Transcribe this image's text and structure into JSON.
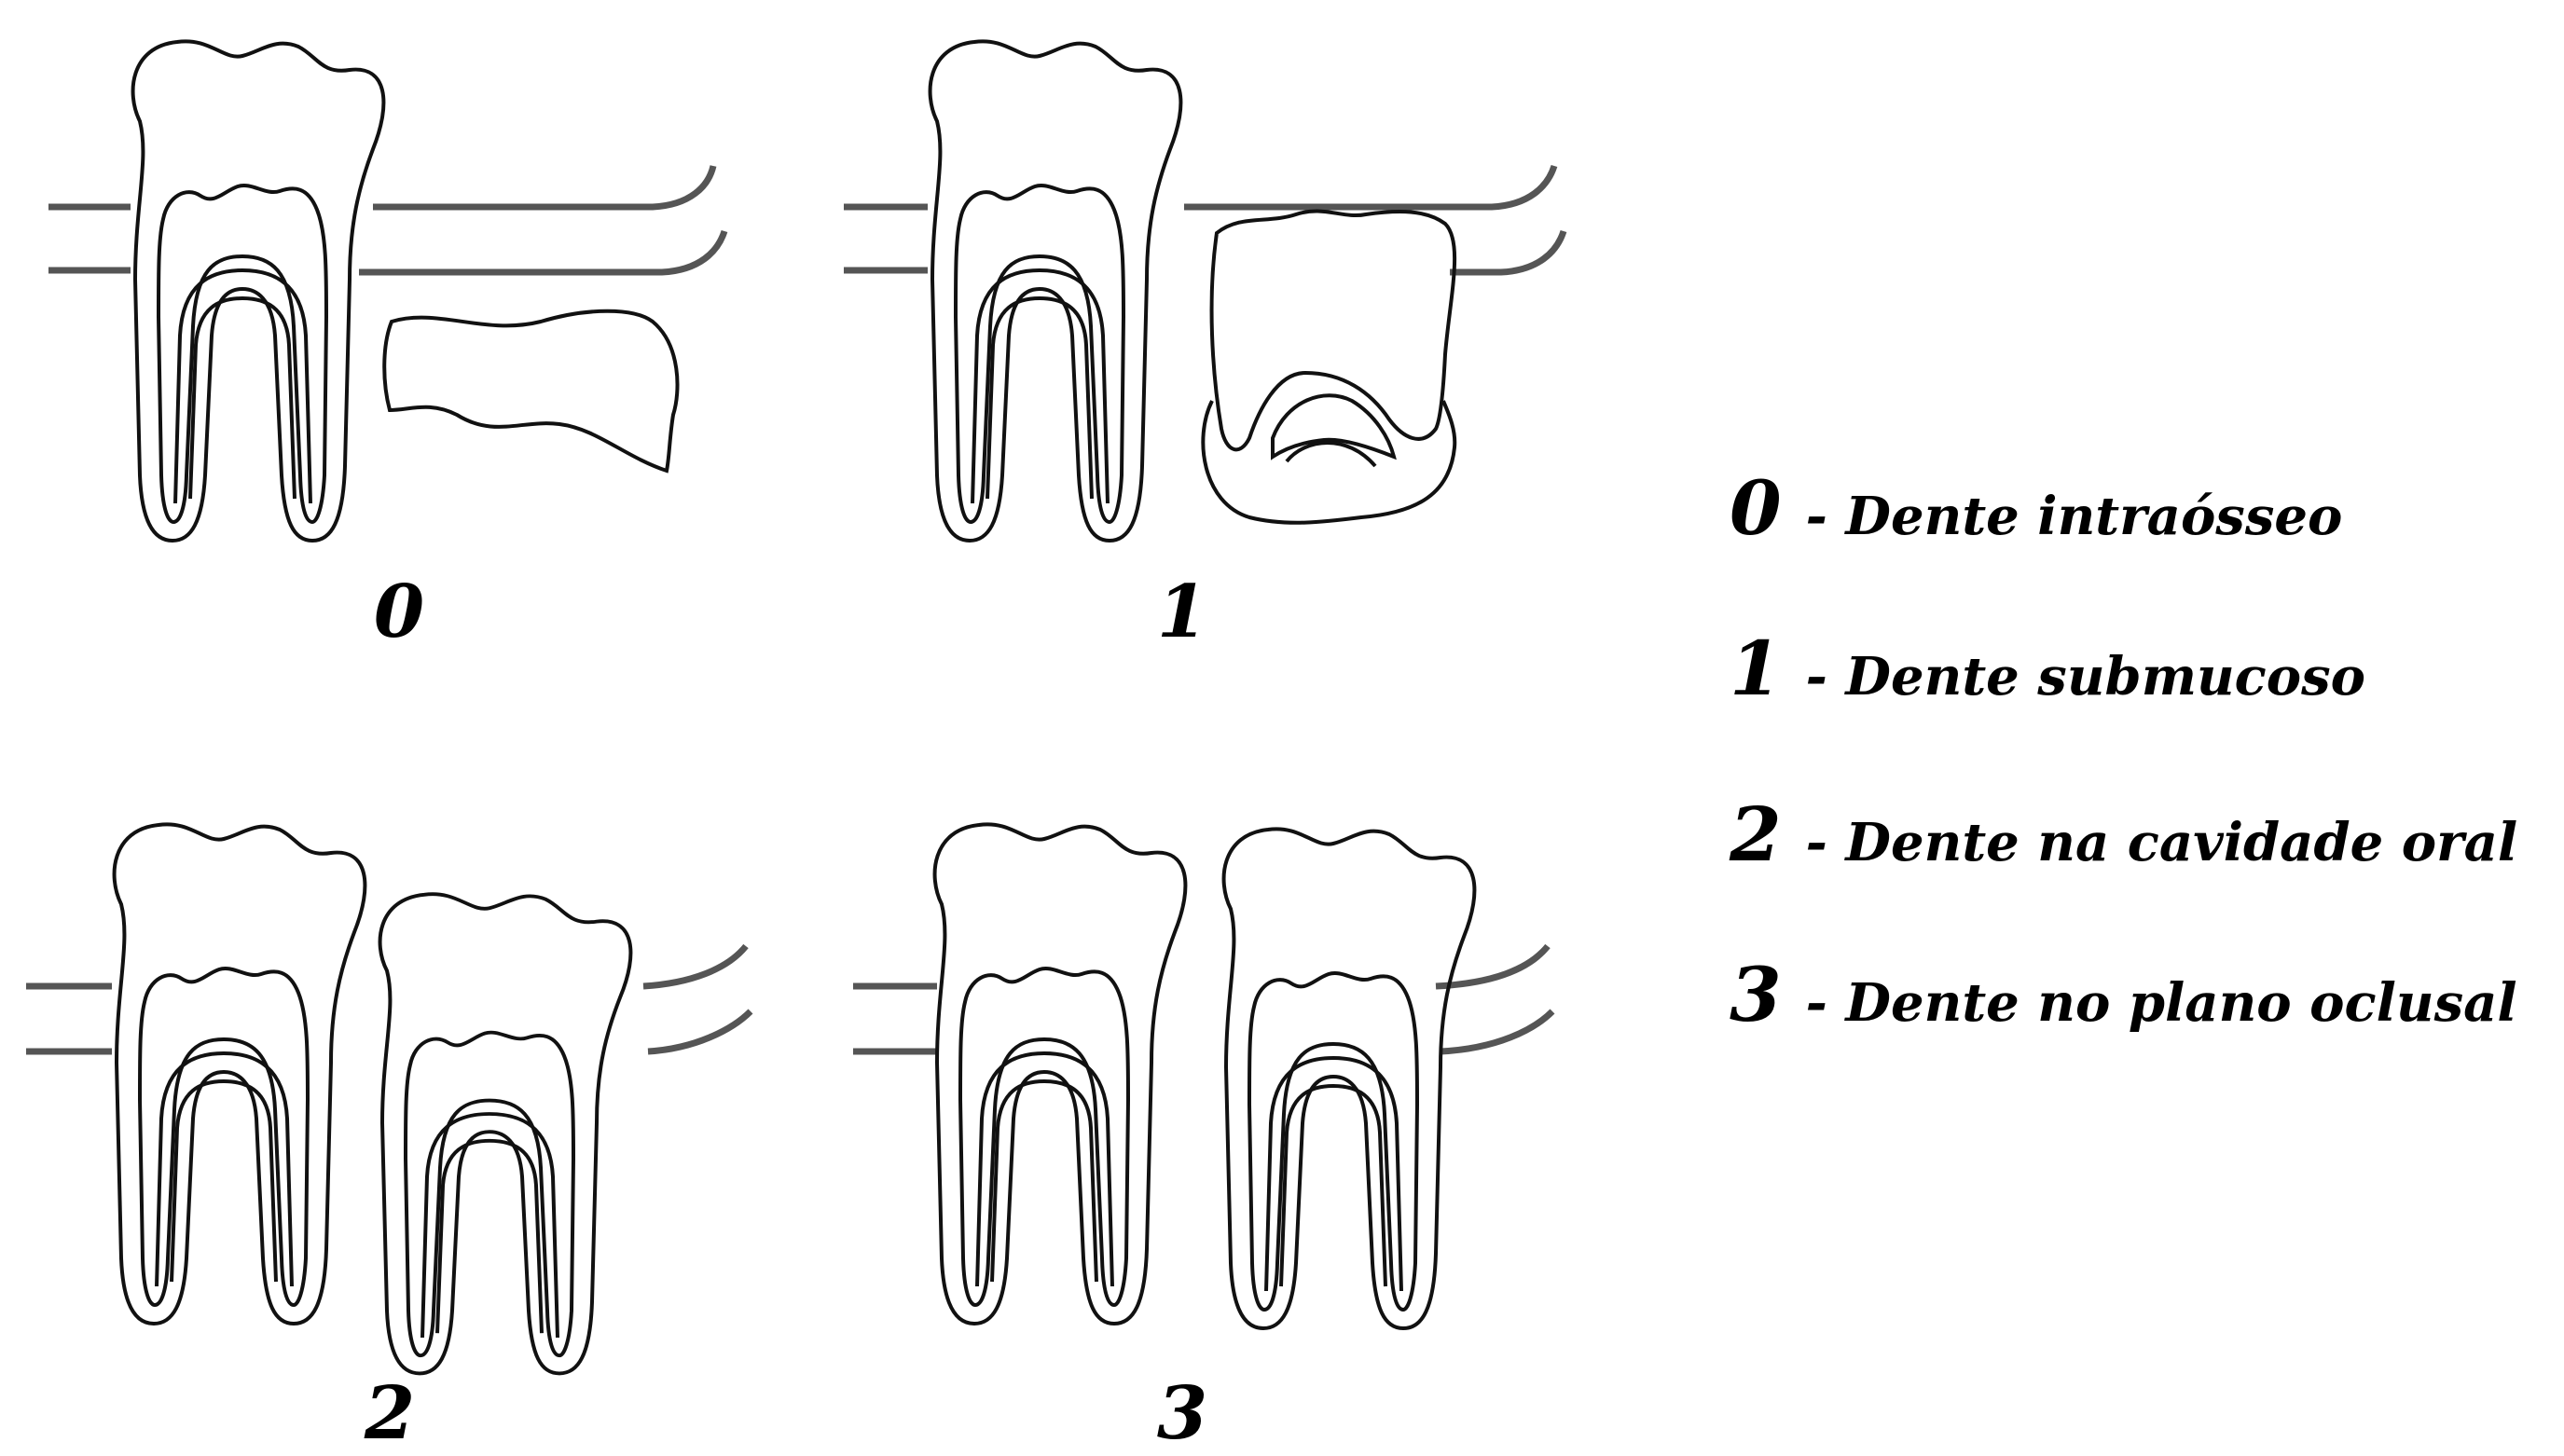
{
  "figure": {
    "panels": [
      {
        "label": "0",
        "stage": "intraosseous"
      },
      {
        "label": "1",
        "stage": "submucosal"
      },
      {
        "label": "2",
        "stage": "oral-cavity"
      },
      {
        "label": "3",
        "stage": "occlusal-plane"
      }
    ],
    "legend": [
      {
        "number": "0",
        "text": "- Dente intraósseo"
      },
      {
        "number": "1",
        "text": "- Dente submucoso"
      },
      {
        "number": "2",
        "text": "- Dente na cavidade oral"
      },
      {
        "number": "3",
        "text": "- Dente no plano oclusal"
      }
    ]
  },
  "colors": {
    "line": "#111111",
    "background": "#ffffff"
  }
}
